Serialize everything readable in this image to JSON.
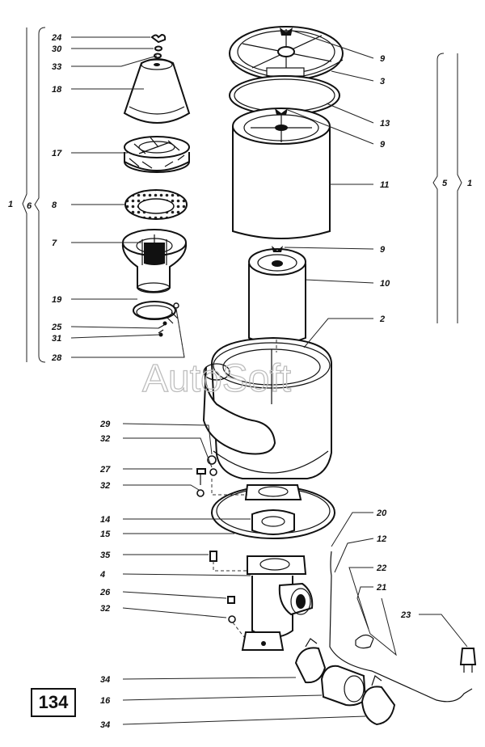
{
  "watermark": "AutoSoft",
  "page_number": "134",
  "labels": [
    {
      "id": "l24",
      "text": "24"
    },
    {
      "id": "l30",
      "text": "30"
    },
    {
      "id": "l33",
      "text": "33"
    },
    {
      "id": "l18",
      "text": "18"
    },
    {
      "id": "l17",
      "text": "17"
    },
    {
      "id": "l8",
      "text": "8"
    },
    {
      "id": "l7",
      "text": "7"
    },
    {
      "id": "l19",
      "text": "19"
    },
    {
      "id": "l25",
      "text": "25"
    },
    {
      "id": "l31",
      "text": "31"
    },
    {
      "id": "l28",
      "text": "28"
    },
    {
      "id": "r9a",
      "text": "9"
    },
    {
      "id": "r3",
      "text": "3"
    },
    {
      "id": "r13",
      "text": "13"
    },
    {
      "id": "r9b",
      "text": "9"
    },
    {
      "id": "r11",
      "text": "11"
    },
    {
      "id": "r9c",
      "text": "9"
    },
    {
      "id": "r10",
      "text": "10"
    },
    {
      "id": "r2",
      "text": "2"
    },
    {
      "id": "l29",
      "text": "29"
    },
    {
      "id": "l32a",
      "text": "32"
    },
    {
      "id": "l27",
      "text": "27"
    },
    {
      "id": "l32b",
      "text": "32"
    },
    {
      "id": "l14",
      "text": "14"
    },
    {
      "id": "l15",
      "text": "15"
    },
    {
      "id": "l35",
      "text": "35"
    },
    {
      "id": "l4",
      "text": "4"
    },
    {
      "id": "l26",
      "text": "26"
    },
    {
      "id": "l32c",
      "text": "32"
    },
    {
      "id": "l34a",
      "text": "34"
    },
    {
      "id": "l16",
      "text": "16"
    },
    {
      "id": "l34b",
      "text": "34"
    },
    {
      "id": "r20",
      "text": "20"
    },
    {
      "id": "r12",
      "text": "12"
    },
    {
      "id": "r22",
      "text": "22"
    },
    {
      "id": "r21",
      "text": "21"
    },
    {
      "id": "r23",
      "text": "23"
    }
  ],
  "groups": {
    "left_outer": "1",
    "left_inner": "6",
    "right_inner": "5",
    "right_outer": "1"
  }
}
